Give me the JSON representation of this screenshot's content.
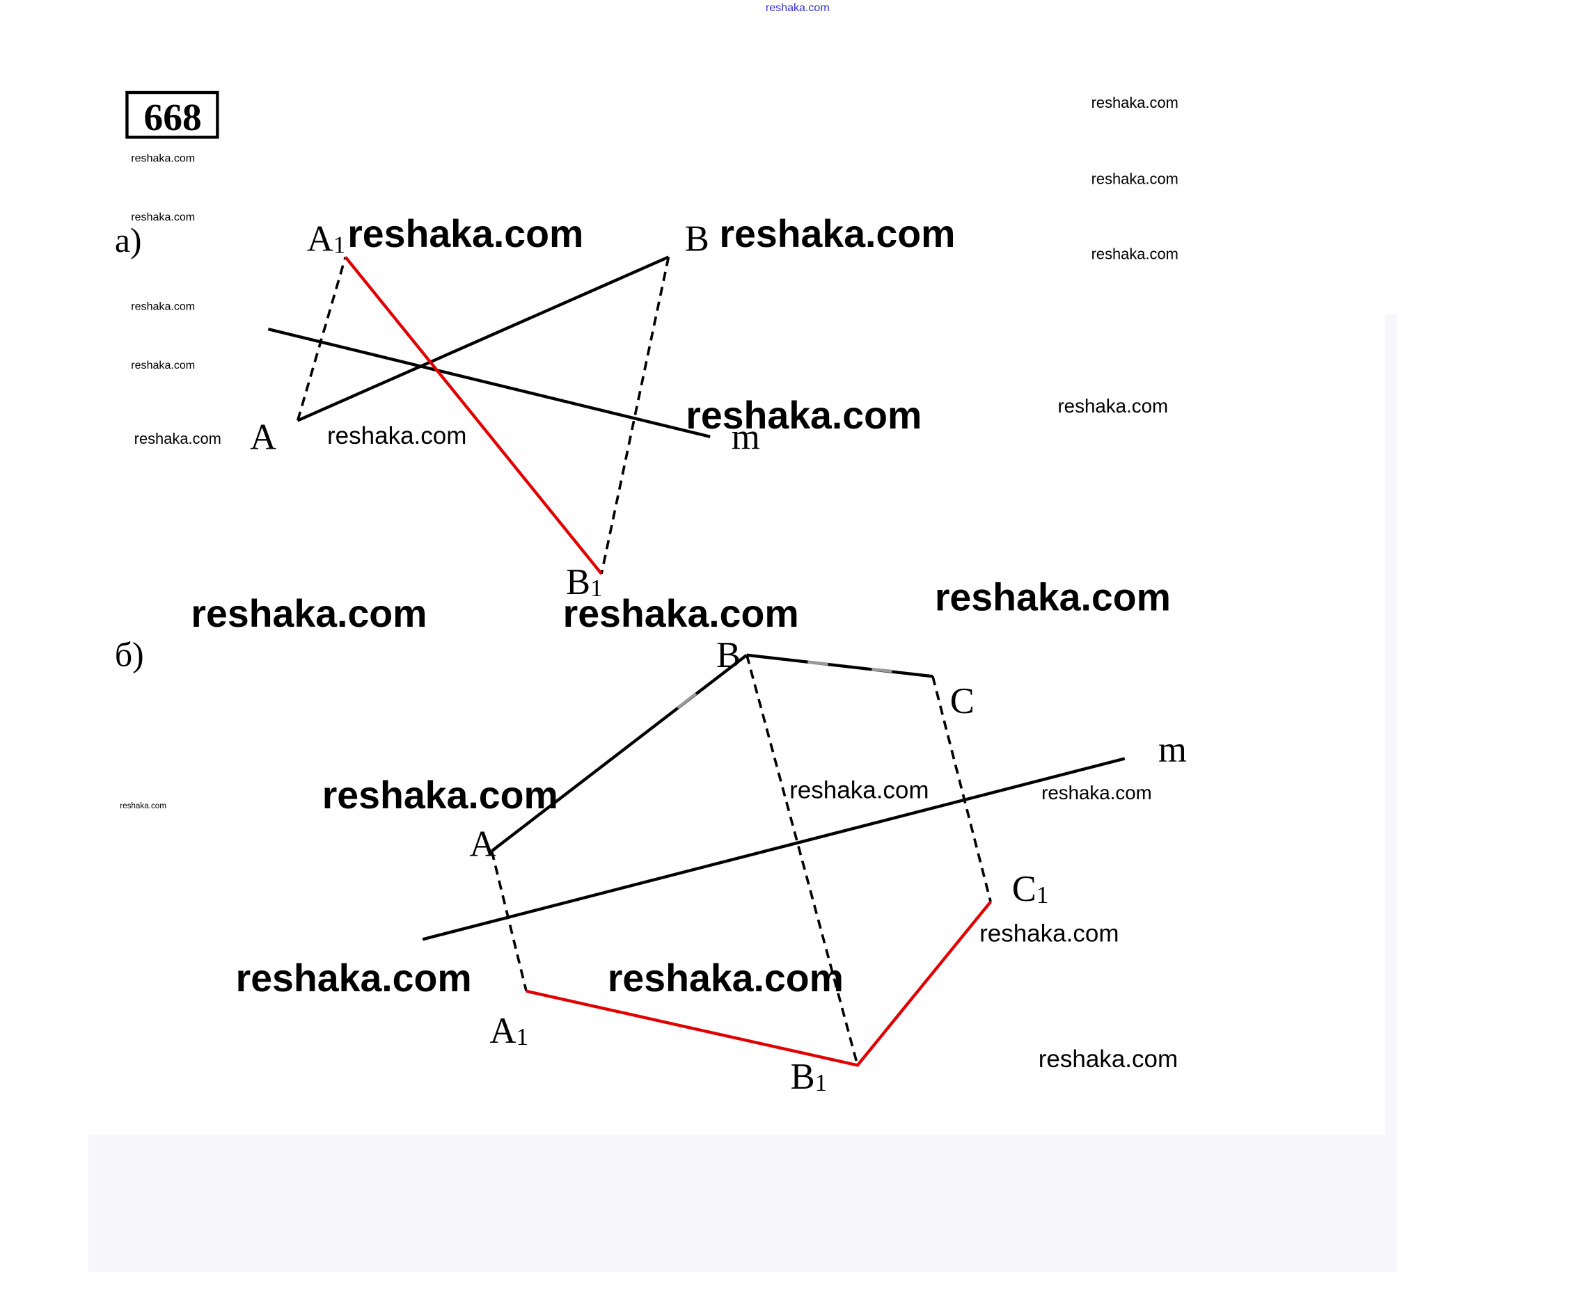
{
  "header_link": "reshaka.com",
  "problem_number": "668",
  "part_a": {
    "label": "а)",
    "points": {
      "A": "A",
      "A1": "A",
      "A1_sub": "1",
      "B": "B",
      "B1": "B",
      "B1_sub": "1",
      "m": "m"
    }
  },
  "part_b": {
    "label": "б)",
    "points": {
      "A": "A",
      "B": "B",
      "C": "C",
      "A1": "A",
      "A1_sub": "1",
      "B1": "B",
      "B1_sub": "1",
      "C1": "C",
      "C1_sub": "1",
      "m": "m"
    }
  },
  "watermark": "reshaka.com",
  "colors": {
    "line": "#000000",
    "image_segment": "#e00000",
    "panel": "#f6f6fb",
    "link": "#3333cc"
  }
}
